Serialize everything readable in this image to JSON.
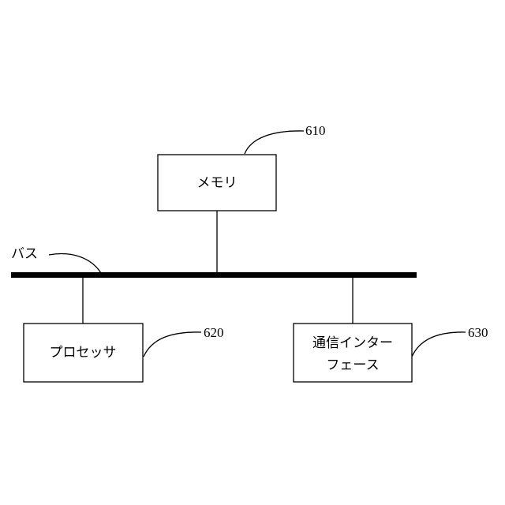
{
  "bus": {
    "label": "バス"
  },
  "memory": {
    "label": "メモリ",
    "ref": "610"
  },
  "processor": {
    "label": "プロセッサ",
    "ref": "620"
  },
  "comm_interface": {
    "label_line1": "通信インター",
    "label_line2": "フェース",
    "ref": "630"
  }
}
